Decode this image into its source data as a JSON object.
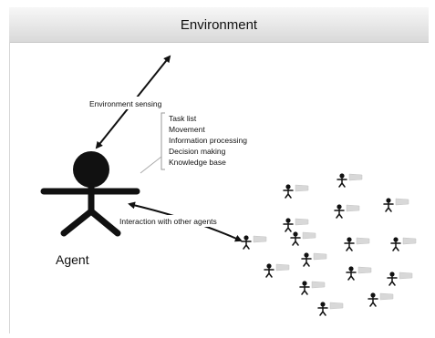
{
  "header": {
    "title": "Environment"
  },
  "labels": {
    "environment_sensing": "Environment sensing",
    "interaction": "Interaction with other agents",
    "agent": "Agent"
  },
  "capabilities": [
    "Task list",
    "Movement",
    "Information processing",
    "Decision making",
    "Knowledge base"
  ],
  "colors": {
    "stroke": "#111111",
    "flag": "#d8d8d8",
    "header_top": "#f7f7f7",
    "header_bottom": "#d9d9d9"
  }
}
